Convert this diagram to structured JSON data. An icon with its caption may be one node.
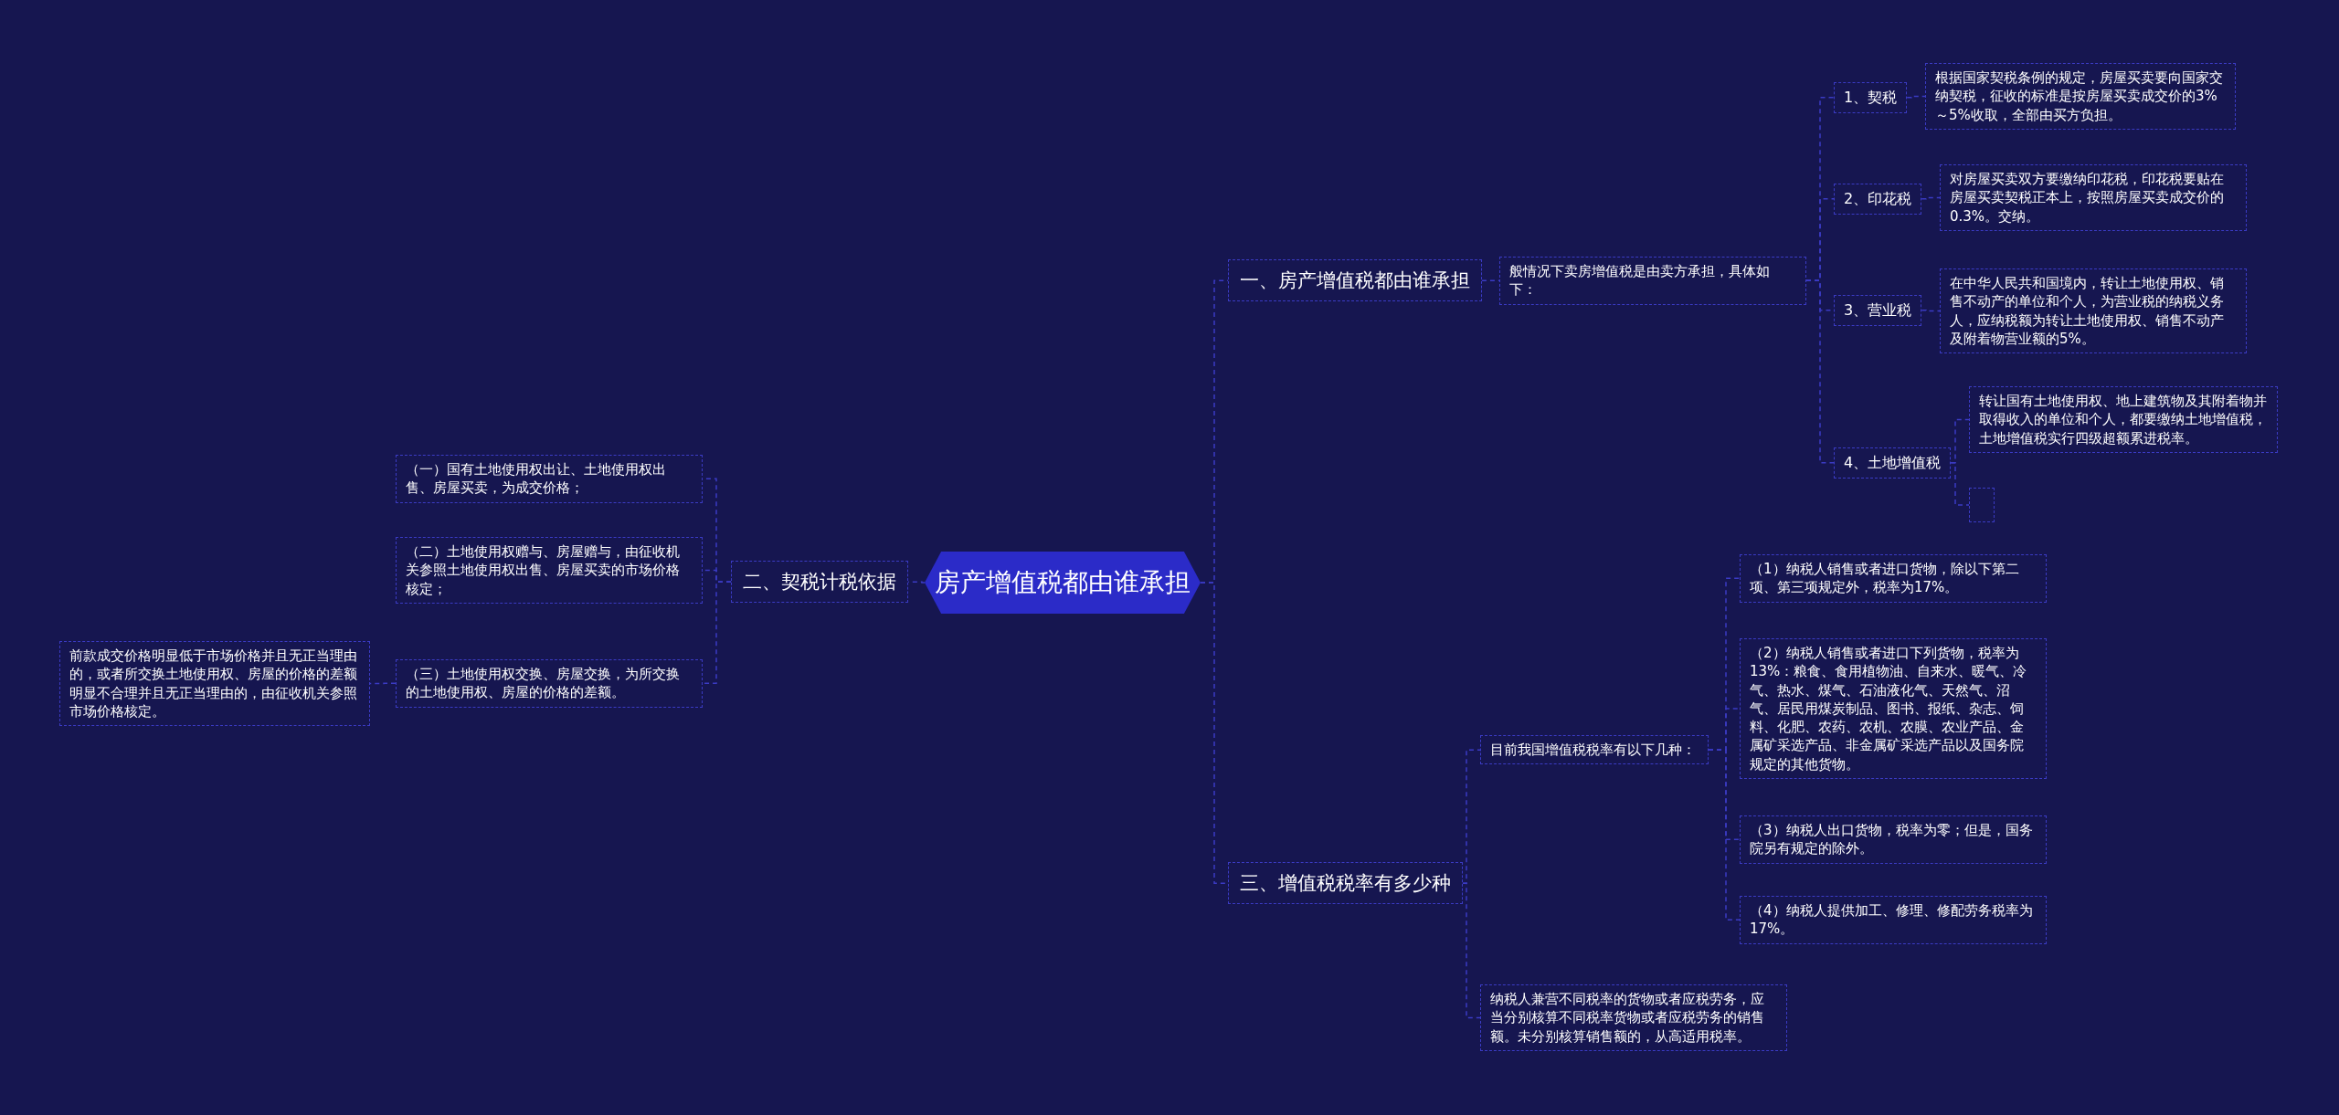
{
  "diagram": {
    "nodes": [
      {
        "text": [
          "房产增值税都由谁承担"
        ]
      },
      {
        "text": [
          "一、房产增值税都由谁承担"
        ]
      },
      {
        "text": [
          "般情况下卖房增值税是由卖方承担，具体如下："
        ]
      },
      {
        "text": [
          "1、契税"
        ]
      },
      {
        "text": [
          "根据国家契税条例的规定，房屋买卖要向国家交纳契税，征收的标准是按房屋买卖成交价的3%～5%收取，全部由买方负担。"
        ]
      },
      {
        "text": [
          "2、印花税"
        ]
      },
      {
        "text": [
          "对房屋买卖双方要缴纳印花税，印花税要贴在房屋买卖契税正本上，按照房屋买卖成交价的0.3%。交纳。"
        ]
      },
      {
        "text": [
          "3、营业税"
        ]
      },
      {
        "text": [
          "在中华人民共和国境内，转让土地使用权、销售不动产的单位和个人，为营业税的纳税义务人，应纳税额为转让土地使用权、销售不动产及附着物营业额的5%。"
        ]
      },
      {
        "text": [
          "4、土地增值税"
        ]
      },
      {
        "text": [
          "转让国有土地使用权、地上建筑物及其附着物并取得收入的单位和个人，都要缴纳土地增值税，土地增值税实行四级超额累进税率。"
        ]
      },
      {
        "text": [],
        "shape": "box"
      },
      {
        "text": [
          "二、契税计税依据"
        ]
      },
      {
        "text": [
          "（一）国有土地使用权出让、土地使用权出售、房屋买卖，为成交价格；"
        ]
      },
      {
        "text": [
          "（二）土地使用权赠与、房屋赠与，由征收机关参照土地使用权出售、房屋买卖的市场价格核定；"
        ]
      },
      {
        "text": [
          "（三）土地使用权交换、房屋交换，为所交换的土地使用权、房屋的价格的差额。"
        ]
      },
      {
        "text": [
          "前款成交价格明显低于市场价格并且无正当理由的，或者所交换土地使用权、房屋的价格的差额明显不合理并且无正当理由的，由征收机关参照市场价格核定。"
        ]
      },
      {
        "text": [
          "三、增值税税率有多少种"
        ]
      },
      {
        "text": [
          "目前我国增值税税率有以下几种："
        ]
      },
      {
        "text": [
          "（1）纳税人销售或者进口货物，除以下第二项、第三项规定外，税率为17%。"
        ]
      },
      {
        "text": [
          "（2）纳税人销售或者进口下列货物，税率为13%：粮食、食用植物油、自来水、暖气、冷气、热水、煤气、石油液化气、天然气、沼气、居民用煤炭制品、图书、报纸、杂志、饲料、化肥、农药、农机、农膜、农业产品、金属矿采选产品、非金属矿采选产品以及国务院规定的其他货物。"
        ]
      },
      {
        "text": [
          "（3）纳税人出口货物，税率为零；但是，国务院另有规定的除外。"
        ]
      },
      {
        "text": [
          "（4）纳税人提供加工、修理、修配劳务税率为17%。"
        ]
      },
      {
        "text": [
          "纳税人兼营不同税率的货物或者应税劳务，应当分别核算不同税率货物或者应税劳务的销售额。未分别核算销售额的，从高适用税率。"
        ]
      }
    ],
    "edges": [
      {
        "from": 0,
        "to": 1,
        "arrow": "none"
      },
      {
        "from": 0,
        "to": 12,
        "arrow": "none"
      },
      {
        "from": 0,
        "to": 17,
        "arrow": "none"
      },
      {
        "from": 1,
        "to": 2,
        "arrow": "none"
      },
      {
        "from": 2,
        "to": 3,
        "arrow": "none"
      },
      {
        "from": 2,
        "to": 5,
        "arrow": "none"
      },
      {
        "from": 2,
        "to": 7,
        "arrow": "none"
      },
      {
        "from": 2,
        "to": 9,
        "arrow": "none"
      },
      {
        "from": 3,
        "to": 4,
        "arrow": "none"
      },
      {
        "from": 5,
        "to": 6,
        "arrow": "none"
      },
      {
        "from": 7,
        "to": 8,
        "arrow": "none"
      },
      {
        "from": 9,
        "to": 10,
        "arrow": "none"
      },
      {
        "from": 9,
        "to": 11,
        "arrow": "none"
      },
      {
        "from": 12,
        "to": 13,
        "arrow": "none"
      },
      {
        "from": 12,
        "to": 14,
        "arrow": "none"
      },
      {
        "from": 12,
        "to": 15,
        "arrow": "none"
      },
      {
        "from": 15,
        "to": 16,
        "arrow": "none"
      },
      {
        "from": 17,
        "to": 18,
        "arrow": "none"
      },
      {
        "from": 17,
        "to": 23,
        "arrow": "none"
      },
      {
        "from": 18,
        "to": 19,
        "arrow": "none"
      },
      {
        "from": 18,
        "to": 20,
        "arrow": "none"
      },
      {
        "from": 18,
        "to": 21,
        "arrow": "none"
      },
      {
        "from": 18,
        "to": 22,
        "arrow": "none"
      }
    ]
  }
}
